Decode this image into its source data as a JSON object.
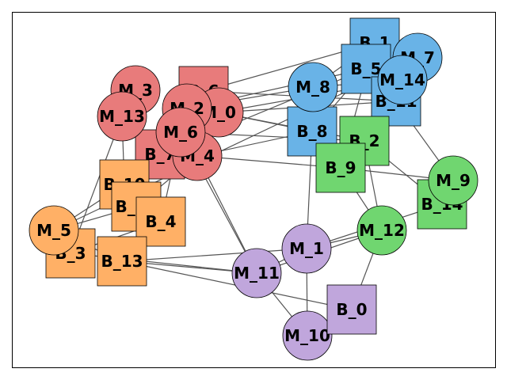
{
  "graph": {
    "groups": {
      "red": {
        "color": "#e87b7b"
      },
      "blue": {
        "color": "#69b3e7"
      },
      "green": {
        "color": "#70d670"
      },
      "orange": {
        "color": "#ffb066"
      },
      "purple": {
        "color": "#c0a6dc"
      }
    },
    "nodes": [
      {
        "id": "B_6",
        "label": "B_6",
        "shape": "square",
        "group": "red"
      },
      {
        "id": "B_7",
        "label": "B_7",
        "shape": "square",
        "group": "red"
      },
      {
        "id": "M_3",
        "label": "M_3",
        "shape": "circle",
        "group": "red"
      },
      {
        "id": "M_13",
        "label": "M_13",
        "shape": "circle",
        "group": "red"
      },
      {
        "id": "M_0",
        "label": "M_0",
        "shape": "circle",
        "group": "red"
      },
      {
        "id": "M_2",
        "label": "M_2",
        "shape": "circle",
        "group": "red"
      },
      {
        "id": "M_4",
        "label": "M_4",
        "shape": "circle",
        "group": "red"
      },
      {
        "id": "M_6",
        "label": "M_6",
        "shape": "circle",
        "group": "red"
      },
      {
        "id": "B_1",
        "label": "B_1",
        "shape": "square",
        "group": "blue"
      },
      {
        "id": "B_5",
        "label": "B_5",
        "shape": "square",
        "group": "blue"
      },
      {
        "id": "B_11",
        "label": "B_11",
        "shape": "square",
        "group": "blue"
      },
      {
        "id": "B_8",
        "label": "B_8",
        "shape": "square",
        "group": "blue"
      },
      {
        "id": "M_7",
        "label": "M_7",
        "shape": "circle",
        "group": "blue"
      },
      {
        "id": "M_14",
        "label": "M_14",
        "shape": "circle",
        "group": "blue"
      },
      {
        "id": "M_8",
        "label": "M_8",
        "shape": "circle",
        "group": "blue"
      },
      {
        "id": "B_2",
        "label": "B_2",
        "shape": "square",
        "group": "green"
      },
      {
        "id": "B_9",
        "label": "B_9",
        "shape": "square",
        "group": "green"
      },
      {
        "id": "B_14",
        "label": "B_14",
        "shape": "square",
        "group": "green"
      },
      {
        "id": "M_9",
        "label": "M_9",
        "shape": "circle",
        "group": "green"
      },
      {
        "id": "M_12",
        "label": "M_12",
        "shape": "circle",
        "group": "green"
      },
      {
        "id": "B_10",
        "label": "B_10",
        "shape": "square",
        "group": "orange"
      },
      {
        "id": "B_12",
        "label": "B_12",
        "shape": "square",
        "group": "orange"
      },
      {
        "id": "B_4",
        "label": "B_4",
        "shape": "square",
        "group": "orange"
      },
      {
        "id": "B_3",
        "label": "B_3",
        "shape": "square",
        "group": "orange"
      },
      {
        "id": "B_13",
        "label": "B_13",
        "shape": "square",
        "group": "orange"
      },
      {
        "id": "M_5",
        "label": "M_5",
        "shape": "circle",
        "group": "orange"
      },
      {
        "id": "M_1",
        "label": "M_1",
        "shape": "circle",
        "group": "purple"
      },
      {
        "id": "M_11",
        "label": "M_11",
        "shape": "circle",
        "group": "purple"
      },
      {
        "id": "M_10",
        "label": "M_10",
        "shape": "circle",
        "group": "purple"
      },
      {
        "id": "B_0",
        "label": "B_0",
        "shape": "square",
        "group": "purple"
      }
    ],
    "edges": [
      [
        "M_0",
        "B_8"
      ],
      [
        "M_0",
        "B_11"
      ],
      [
        "M_0",
        "B_2"
      ],
      [
        "M_2",
        "B_5"
      ],
      [
        "M_2",
        "M_8"
      ],
      [
        "B_6",
        "B_1"
      ],
      [
        "B_6",
        "B_11"
      ],
      [
        "M_4",
        "B_9"
      ],
      [
        "M_4",
        "B_8"
      ],
      [
        "M_4",
        "M_11"
      ],
      [
        "B_7",
        "B_5"
      ],
      [
        "M_6",
        "B_2"
      ],
      [
        "M_13",
        "B_3"
      ],
      [
        "M_13",
        "B_10"
      ],
      [
        "M_3",
        "B_12"
      ],
      [
        "M_6",
        "M_11"
      ],
      [
        "M_0",
        "M_14"
      ],
      [
        "B_8",
        "M_1"
      ],
      [
        "B_9",
        "M_12"
      ],
      [
        "B_9",
        "M_9"
      ],
      [
        "B_2",
        "M_12"
      ],
      [
        "B_2",
        "B_14"
      ],
      [
        "B_11",
        "M_9"
      ],
      [
        "M_8",
        "B_1"
      ],
      [
        "M_8",
        "M_14"
      ],
      [
        "B_8",
        "B_5"
      ],
      [
        "M_1",
        "M_12"
      ],
      [
        "M_1",
        "B_14"
      ],
      [
        "M_1",
        "M_11"
      ],
      [
        "M_1",
        "M_10"
      ],
      [
        "M_12",
        "B_0"
      ],
      [
        "M_12",
        "M_11"
      ],
      [
        "B_0",
        "M_10"
      ],
      [
        "M_11",
        "M_10"
      ],
      [
        "M_11",
        "B_13"
      ],
      [
        "M_11",
        "B_3"
      ],
      [
        "B_0",
        "B_13"
      ],
      [
        "M_5",
        "B_10"
      ],
      [
        "M_5",
        "B_12"
      ],
      [
        "M_5",
        "B_13"
      ],
      [
        "B_3",
        "B_4"
      ],
      [
        "B_10",
        "B_4"
      ],
      [
        "B_12",
        "M_4"
      ],
      [
        "B_4",
        "M_6"
      ],
      [
        "B_13",
        "M_1"
      ],
      [
        "M_5",
        "M_7"
      ],
      [
        "M_8",
        "B_8"
      ],
      [
        "B_9",
        "B_1"
      ],
      [
        "M_14",
        "B_2"
      ],
      [
        "M_9",
        "B_14"
      ]
    ]
  }
}
